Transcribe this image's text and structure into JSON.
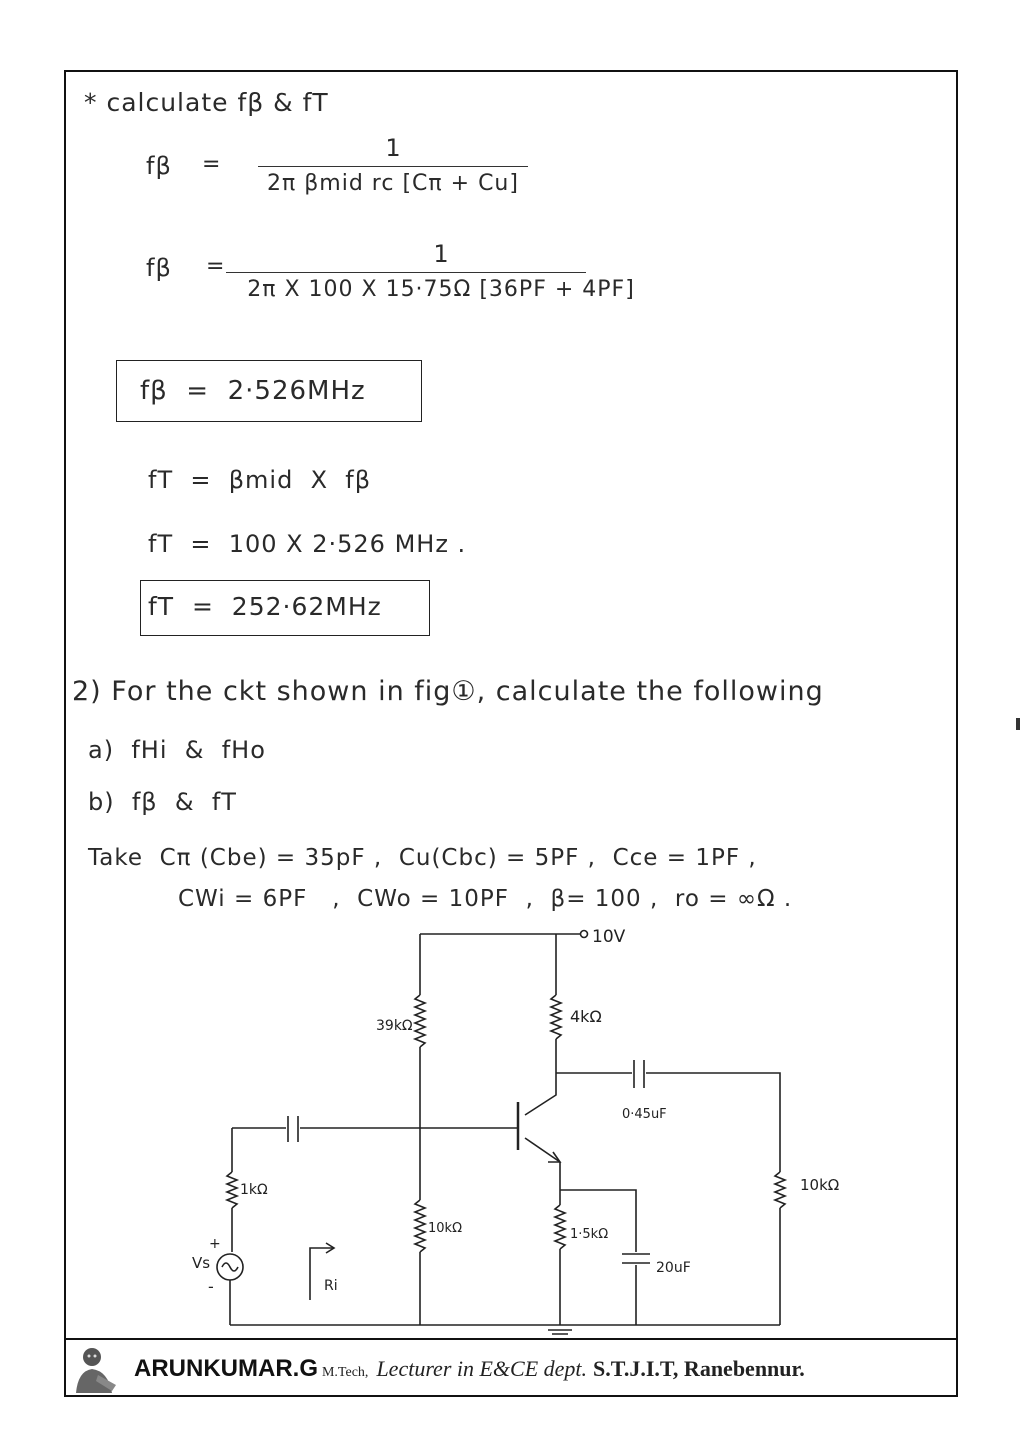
{
  "heading": "* calculate fβ & fT",
  "formula1": {
    "lhs": "fβ",
    "eq": "=",
    "numerator": "1",
    "denominator": "2π βmid rc [Cπ + Cu]"
  },
  "formula2": {
    "lhs": "fβ",
    "eq": "=",
    "numerator": "1",
    "denominator": "2π X 100 X 15·75Ω [36PF + 4PF]"
  },
  "result_fb": "fβ  =  2·526MHz",
  "line_ft1": "fT  =  βmid  X  fβ",
  "line_ft2": "fT  =  100 X 2·526 MHz .",
  "result_ft": "fT  =  252·62MHz",
  "problem": {
    "intro": "2) For the ckt shown in fig①, calculate the following",
    "part_a": "a)  fHi  &  fHo",
    "part_b": "b)  fβ  &  fT",
    "given1": "Take  Cπ (Cbe) = 35pF ,  Cu(Cbc) = 5PF ,  Cce = 1PF ,",
    "given2": "CWi = 6PF   ,  CWo = 10PF  ,  β= 100 ,  ro = ∞Ω ."
  },
  "circuit": {
    "supply": "10V",
    "r_top_left": "39kΩ",
    "r_collector": "4kΩ",
    "c_out": "0·45uF",
    "r_source": "1kΩ",
    "r_bottom_left": "10kΩ",
    "r_emitter": "1·5kΩ",
    "c_emitter": "20uF",
    "r_load": "10kΩ",
    "source": "Vs",
    "source_plus": "+",
    "source_minus": "-",
    "input_res": "Ri"
  },
  "footer": {
    "name": "ARUNKUMAR.G",
    "degree": "M.Tech,",
    "role": "Lecturer in E&CE dept.",
    "institute": "S.T.J.I.T, Ranebennur."
  }
}
